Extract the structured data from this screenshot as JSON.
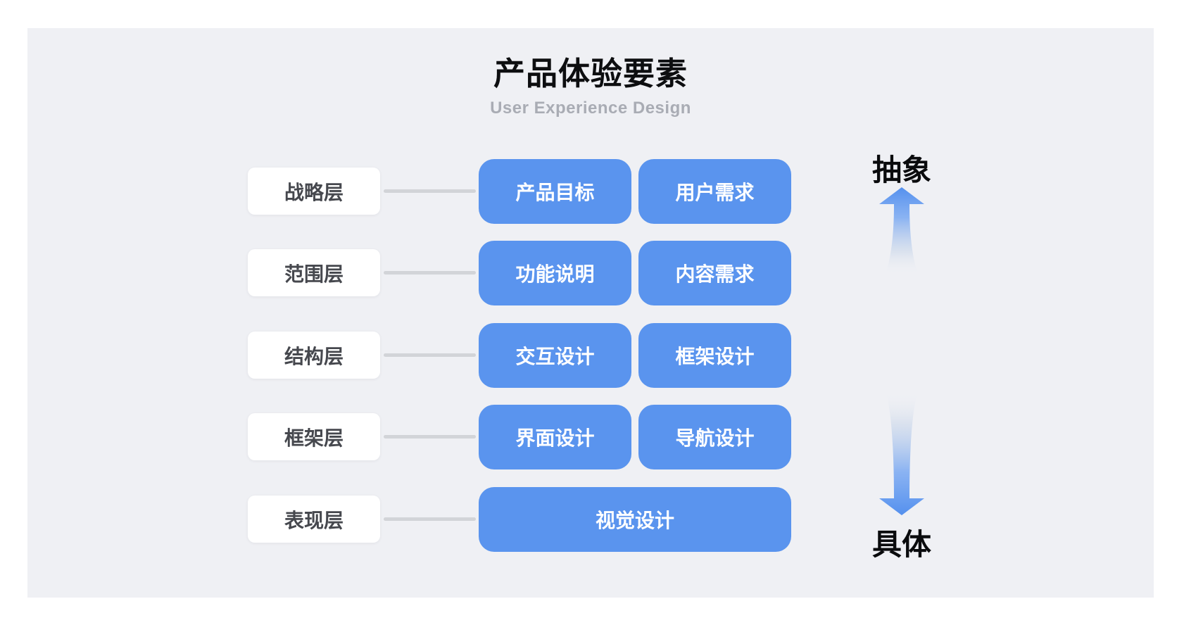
{
  "header": {
    "title": "产品体验要素",
    "subtitle": "User Experience Design"
  },
  "rows": [
    {
      "label": "战略层",
      "items": [
        "产品目标",
        "用户需求"
      ]
    },
    {
      "label": "范围层",
      "items": [
        "功能说明",
        "内容需求"
      ]
    },
    {
      "label": "结构层",
      "items": [
        "交互设计",
        "框架设计"
      ]
    },
    {
      "label": "框架层",
      "items": [
        "界面设计",
        "导航设计"
      ]
    },
    {
      "label": "表现层",
      "items": [
        "视觉设计"
      ]
    }
  ],
  "axis": {
    "top_label": "抽象",
    "bottom_label": "具体",
    "up_arrow_icon": "gradient-arrow-up",
    "down_arrow_icon": "gradient-arrow-down"
  },
  "colors": {
    "panel_background": "#EFF0F4",
    "node_blue": "#5A94EE",
    "arrow_blue": "#5490EE",
    "label_text": "#46484E",
    "connector_gray": "#D2D4D8",
    "title_text": "#0D0E10",
    "subtitle_text": "#A9ACB4"
  }
}
